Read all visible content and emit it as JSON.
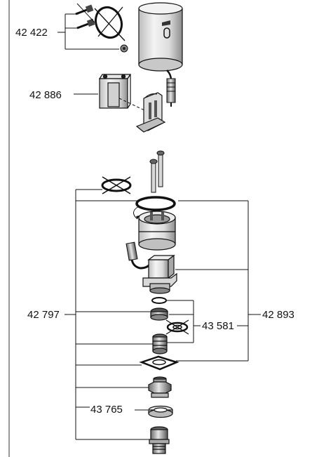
{
  "labels": {
    "p42422": "42 422",
    "p42886": "42 886",
    "p42797": "42 797",
    "p43581": "43 581",
    "p42893": "42 893",
    "p43765": "43 765"
  }
}
